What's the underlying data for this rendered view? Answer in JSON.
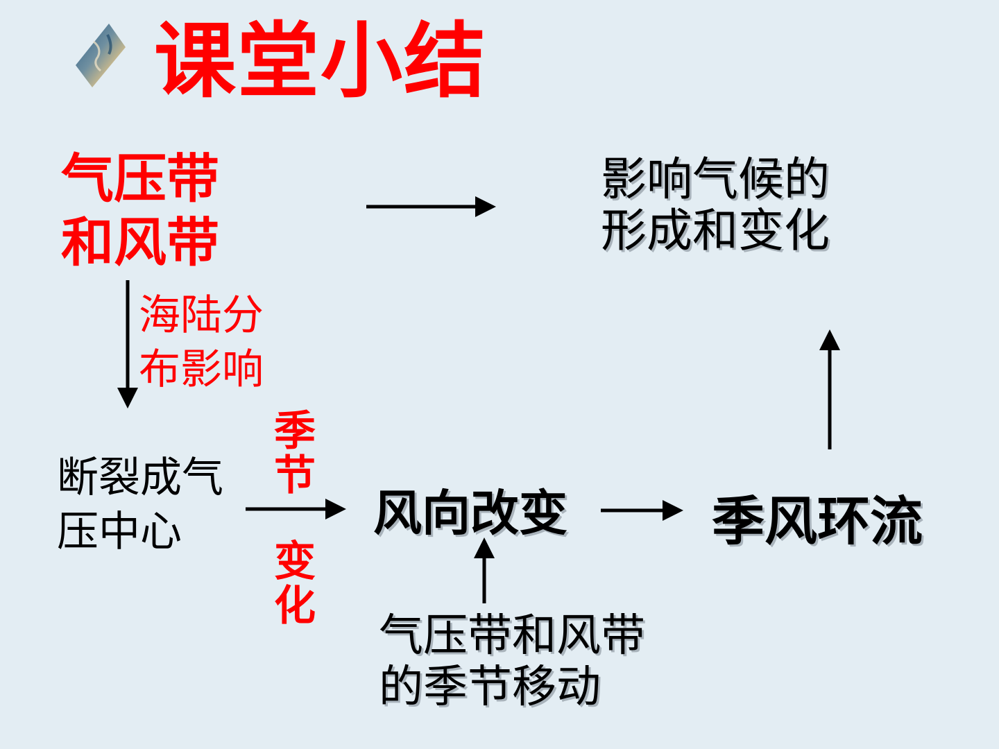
{
  "title": "课堂小结",
  "icon": "earth-globe-diamond-icon",
  "colors": {
    "background": "#e3edf3",
    "accent": "#ff0000",
    "text": "#000000"
  },
  "nodes": {
    "pressure_wind_belts": {
      "lines": [
        "气压带",
        "和风带"
      ]
    },
    "climate_formation": {
      "lines": [
        "影响气候的",
        "形成和变化"
      ]
    },
    "pressure_centers": {
      "lines": [
        "断裂成气",
        "压中心"
      ]
    },
    "wind_direction_change": {
      "text": "风向改变"
    },
    "monsoon_circulation": {
      "text": "季风环流"
    },
    "seasonal_belt_movement": {
      "lines": [
        "气压带和风带",
        "的季节移动"
      ]
    }
  },
  "labels": {
    "land_sea_influence": {
      "lines": [
        "海陆分",
        "布影响"
      ]
    },
    "seasonal_change_top": "季节",
    "seasonal_change_bottom": "变化"
  }
}
